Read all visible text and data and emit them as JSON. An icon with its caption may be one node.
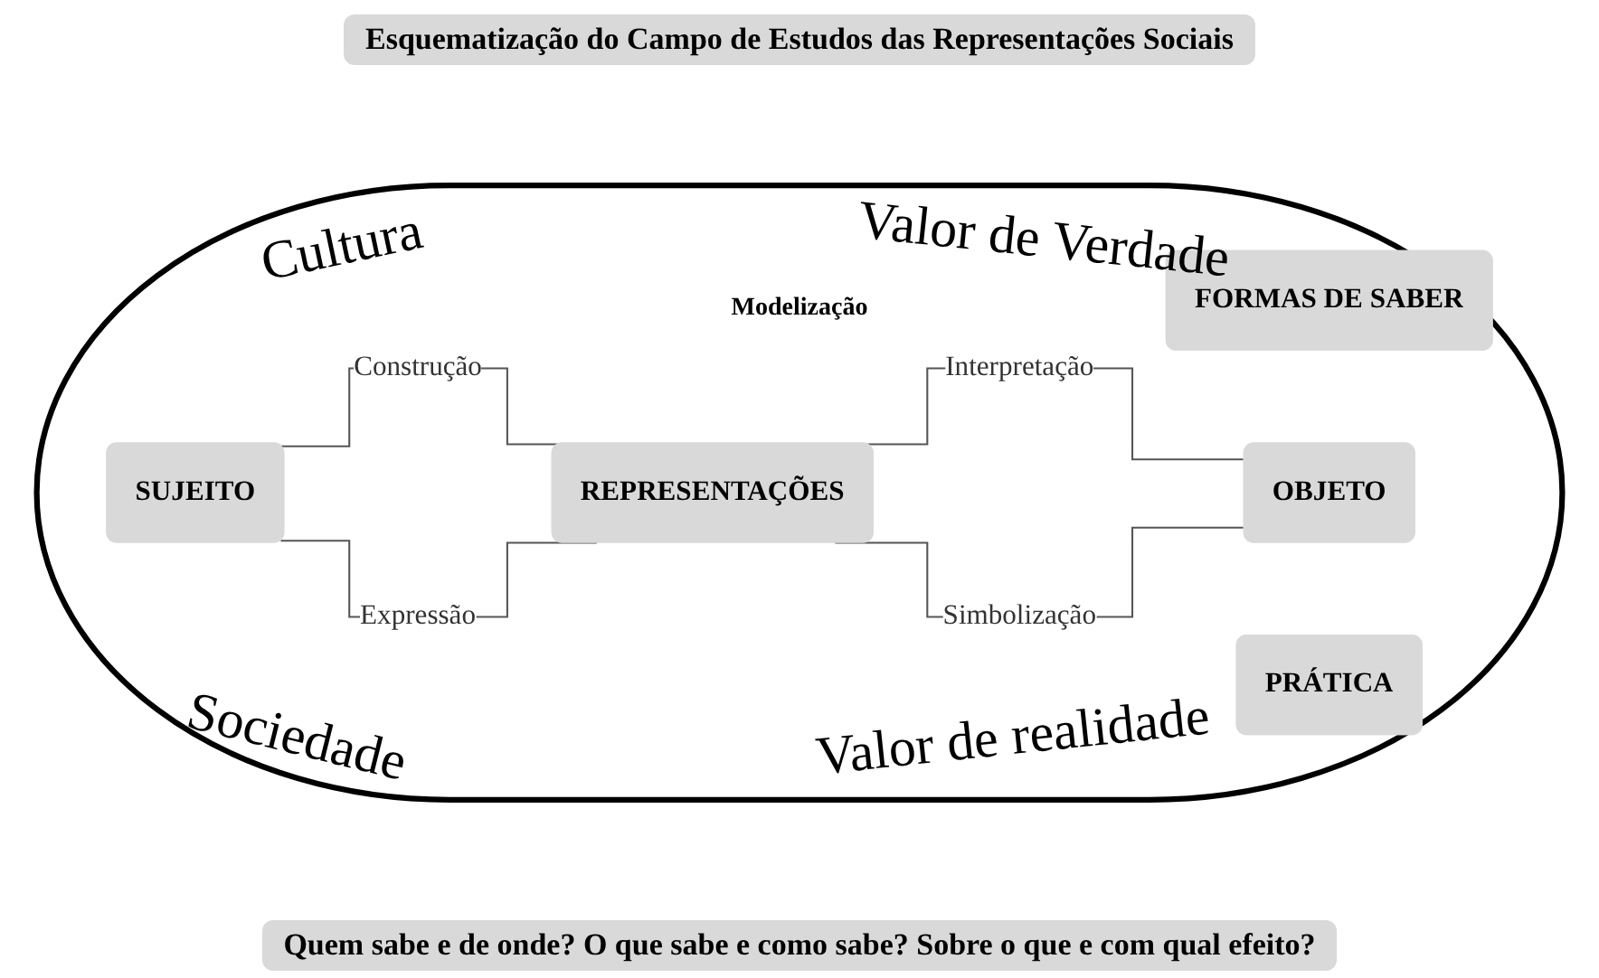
{
  "diagram": {
    "title": "Esquematização do Campo de Estudos das Representações Sociais",
    "caption": "Quem sabe e de onde? O que sabe e como sabe? Sobre o que e com qual efeito?",
    "nodes": [
      {
        "text": [],
        "shape": "ellipse"
      },
      {
        "text": [
          "FORMAS DE SABER"
        ],
        "in": 0
      },
      {
        "text": [
          "SUJEITO"
        ],
        "in": 0
      },
      {
        "text": [
          "REPRESENTAÇÕES"
        ],
        "in": 0
      },
      {
        "text": [
          "OBJETO"
        ],
        "in": 0
      },
      {
        "text": [
          "PRÁTICA"
        ],
        "in": 0
      }
    ],
    "edges": [
      {
        "from": 2,
        "to": 3,
        "label": "Construção",
        "arrow": "none"
      },
      {
        "from": 2,
        "to": 3,
        "label": "Expressão",
        "arrow": "none"
      },
      {
        "from": 3,
        "to": 4,
        "label": "Interpretação",
        "arrow": "none"
      },
      {
        "from": 3,
        "to": 4,
        "label": "Simbolização",
        "arrow": "none"
      }
    ],
    "labels": [
      "Cultura",
      "Valor de Verdade",
      "Modelização",
      "Sociedade",
      "Valor de realidade"
    ]
  }
}
